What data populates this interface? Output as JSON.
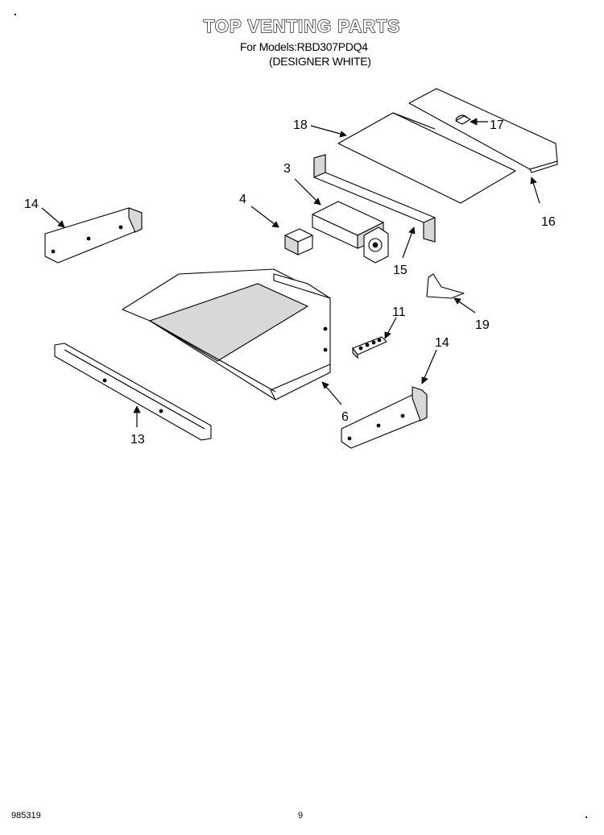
{
  "header": {
    "title": "TOP VENTING PARTS",
    "model_line": "For Models:RBD307PDQ4",
    "color_line": "(DESIGNER WHITE)"
  },
  "callouts": {
    "p14_left": "14",
    "p4": "4",
    "p3": "3",
    "p18": "18",
    "p17": "17",
    "p16": "16",
    "p15": "15",
    "p19": "19",
    "p11": "11",
    "p14_right": "14",
    "p6": "6",
    "p13": "13"
  },
  "footer": {
    "doc_number": "985319",
    "page_number": "9"
  }
}
